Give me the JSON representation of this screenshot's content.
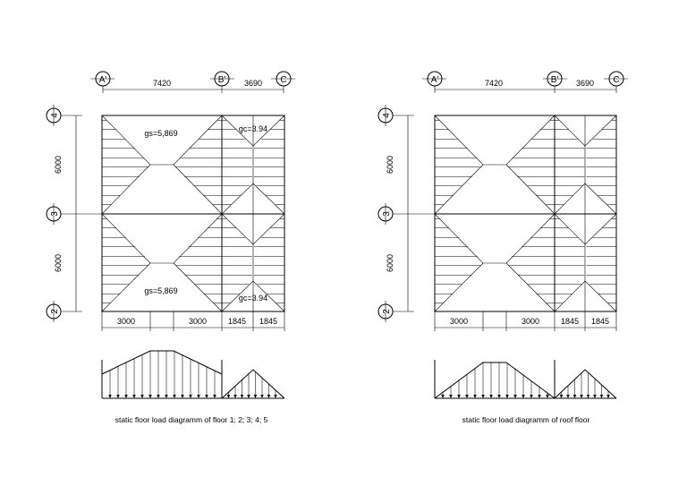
{
  "left_plan": {
    "axes_top": [
      "A'",
      "B'",
      "C"
    ],
    "axes_left": [
      "4",
      "3",
      "2"
    ],
    "dims_top": [
      "7420",
      "3690"
    ],
    "dims_left": [
      "6000",
      "6000"
    ],
    "dims_bottom": [
      "3000",
      "3000",
      "1845",
      "1845"
    ],
    "label_gs_top": "gs=5,869",
    "label_gc_top": "gc=3.94",
    "label_gs_bottom": "gs=5,869",
    "label_gc_bottom": "gc=3.94",
    "caption": "static floor load diagramm of floor 1; 2; 3; 4; 5"
  },
  "right_plan": {
    "axes_top": [
      "A'",
      "B'",
      "C"
    ],
    "axes_left": [
      "4",
      "3",
      "2"
    ],
    "dims_top": [
      "7420",
      "3690"
    ],
    "dims_left": [
      "6000",
      "6000"
    ],
    "dims_bottom": [
      "3000",
      "3000",
      "1845",
      "1845"
    ],
    "caption": "static floor load diagramm of roof floor"
  }
}
